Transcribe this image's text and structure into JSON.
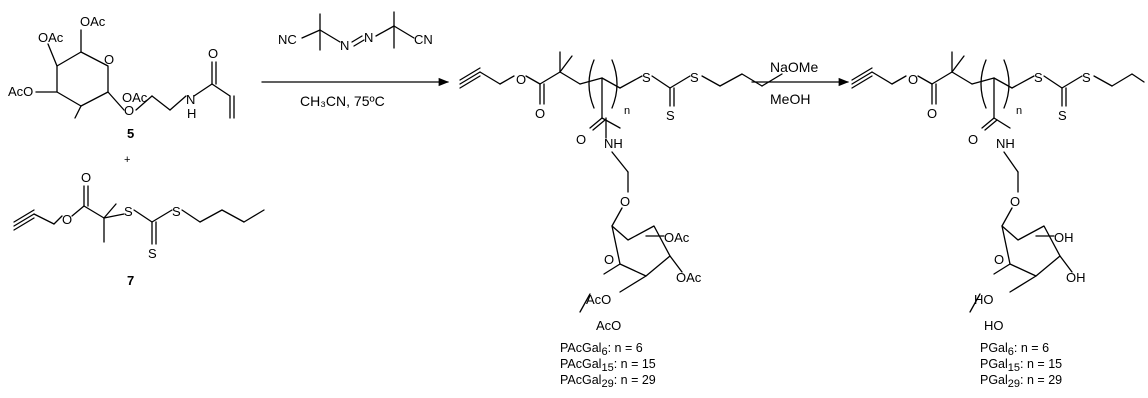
{
  "atoms": {
    "OAc": "OAc",
    "AcO": "AcO",
    "O": "O",
    "N": "N",
    "H": "H",
    "NH": "NH",
    "S": "S",
    "CN": "CN",
    "NC": "NC",
    "OH": "OH",
    "HO": "HO",
    "n": "n"
  },
  "compounds": {
    "monomer_label": "5",
    "plus": "+",
    "cta_label": "7"
  },
  "steps": {
    "step1_conditions": "CH₃CN, 75ºC",
    "step2_reagent": "NaOMe",
    "step2_solvent": "MeOH"
  },
  "products": {
    "pacgal": [
      {
        "name": "PAcGal",
        "sub": "6",
        "eq": ":  n = 6"
      },
      {
        "name": "PAcGal",
        "sub": "15",
        "eq": ": n = 15"
      },
      {
        "name": "PAcGal",
        "sub": "29",
        "eq": ": n = 29"
      }
    ],
    "pgal": [
      {
        "name": "PGal",
        "sub": "6",
        "eq": ":  n = 6"
      },
      {
        "name": "PGal",
        "sub": "15",
        "eq": ": n = 15"
      },
      {
        "name": "PGal",
        "sub": "29",
        "eq": ": n = 29"
      }
    ]
  }
}
